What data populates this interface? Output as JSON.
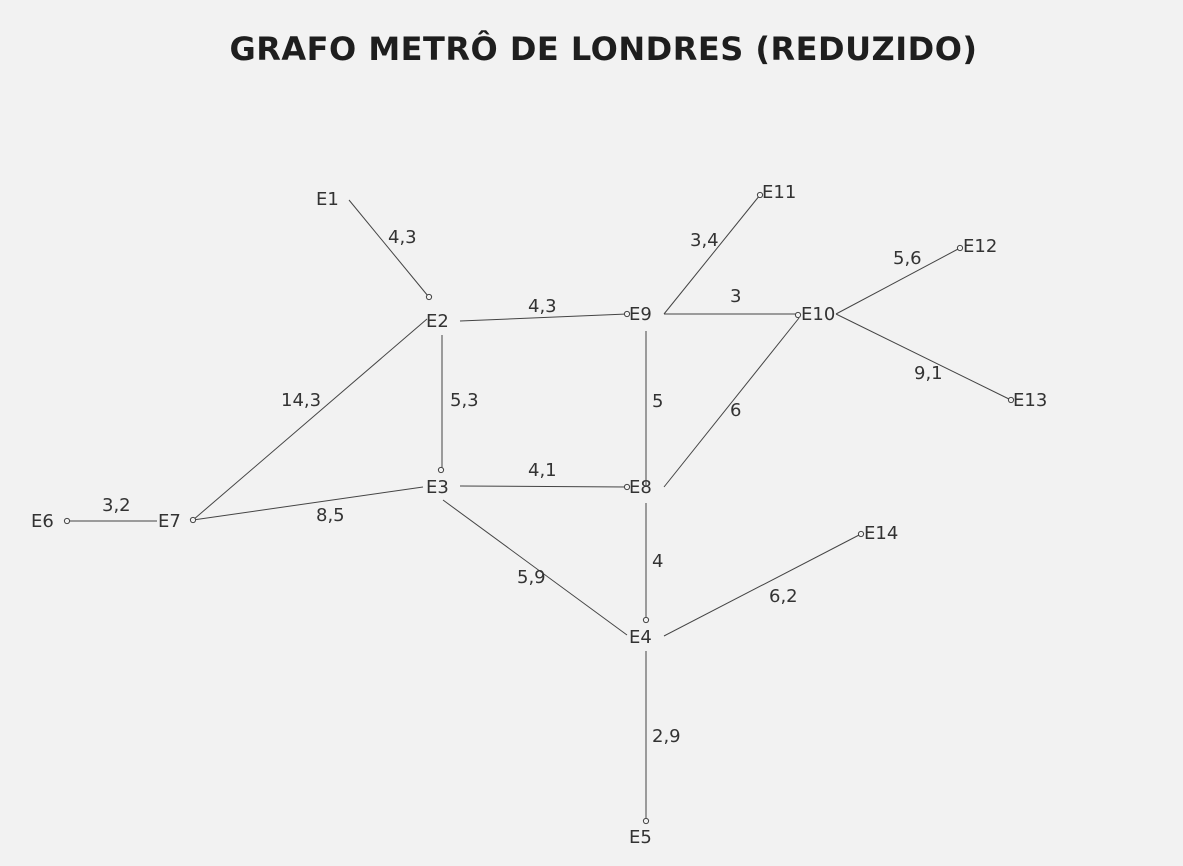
{
  "title": "GRAFO METRÔ DE LONDRES (REDUZIDO)",
  "nodes": [
    "E1",
    "E2",
    "E3",
    "E4",
    "E5",
    "E6",
    "E7",
    "E8",
    "E9",
    "E10",
    "E11",
    "E12",
    "E13",
    "E14"
  ],
  "edges": [
    {
      "from": "E1",
      "to": "E2",
      "weight": "4,3"
    },
    {
      "from": "E2",
      "to": "E9",
      "weight": "4,3"
    },
    {
      "from": "E2",
      "to": "E3",
      "weight": "5,3"
    },
    {
      "from": "E2",
      "to": "E7",
      "weight": "14,3"
    },
    {
      "from": "E9",
      "to": "E11",
      "weight": "3,4"
    },
    {
      "from": "E9",
      "to": "E10",
      "weight": "3"
    },
    {
      "from": "E9",
      "to": "E8",
      "weight": "5"
    },
    {
      "from": "E10",
      "to": "E12",
      "weight": "5,6"
    },
    {
      "from": "E10",
      "to": "E13",
      "weight": "9,1"
    },
    {
      "from": "E10",
      "to": "E8",
      "weight": "6"
    },
    {
      "from": "E3",
      "to": "E8",
      "weight": "4,1"
    },
    {
      "from": "E3",
      "to": "E7",
      "weight": "8,5"
    },
    {
      "from": "E3",
      "to": "E4",
      "weight": "5,9"
    },
    {
      "from": "E6",
      "to": "E7",
      "weight": "3,2"
    },
    {
      "from": "E8",
      "to": "E4",
      "weight": "4"
    },
    {
      "from": "E4",
      "to": "E14",
      "weight": "6,2"
    },
    {
      "from": "E4",
      "to": "E5",
      "weight": "2,9"
    }
  ]
}
